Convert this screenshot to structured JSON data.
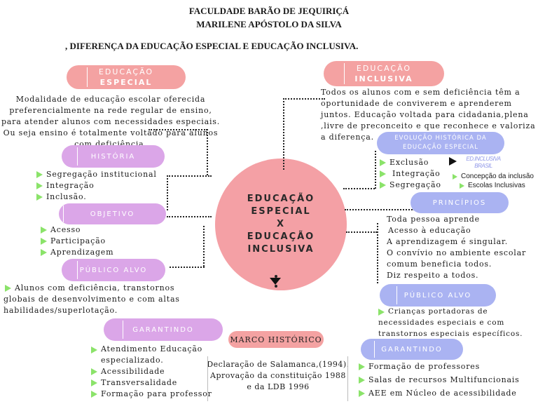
{
  "header": {
    "institution": "FACULDADE BARÃO DE JEQUIRIÇÁ",
    "author": "MARILENE APÓSTOLO DA SILVA",
    "title": ", DIFERENÇA DA EDUCAÇÃO ESPECIAL E EDUCAÇÃO INCLUSIVA."
  },
  "center": {
    "line1": "EDUCAÇÃO",
    "line2": "ESPECIAL",
    "line3": "X",
    "line4": "EDUCAÇÃO",
    "line5": "INCLUSIVA"
  },
  "left": {
    "especial": {
      "title_l1": "EDUCAÇÃO",
      "title_l2": "ESPECIAL",
      "text": "Modalidade de educação escolar oferecida preferencialmente na rede regular de ensino, para atender alunos com necessidades especiais. Ou seja ensino é totalmente voltado para alunos com deficiência."
    },
    "historia": {
      "title": "HISTÓRIA",
      "items": [
        "Segregação institucional",
        "Integração",
        "Inclusão."
      ]
    },
    "objetivo": {
      "title": "OBJETIVO",
      "items": [
        "Acesso",
        "Participação",
        "Aprendizagem"
      ]
    },
    "publico": {
      "title": "PÚBLICO ALVO",
      "text": "Alunos com deficiência, transtornos globais de desenvolvimento e com altas habilidades/superlotação."
    },
    "garantindo": {
      "title": "GARANTINDO",
      "items": [
        "Atendimento Educação especializado.",
        "Acessibilidade",
        "Transversalidade",
        "Formação para professor"
      ]
    }
  },
  "bottom": {
    "marco": {
      "title": "MARCO HISTÓRICO",
      "text": "Declaração de Salamanca,(1994). Aprovação da constituição 1988 e da LDB 1996"
    }
  },
  "right": {
    "inclusiva": {
      "title_l1": "EDUCAÇÃO",
      "title_l2": "INCLUSIVA",
      "text": "Todos os alunos com e sem deficiência têm a oportunidade de conviverem e aprenderem juntos. Educação voltada para cidadania,plena ,livre de preconceito e que reconhece e valoriza a diferença."
    },
    "evolucao": {
      "title_l1": "EVOLUÇÃO HISTÓRICA DA",
      "title_l2": "EDUCAÇÃO ESPECIAL",
      "items": [
        "Exclusão",
        "Integração",
        "Segregação"
      ],
      "logo_l1": "ED.INCLUSIVA",
      "logo_l2": "BRASIL",
      "notes": [
        "Concepção da inclusão",
        "Escolas Inclusivas"
      ]
    },
    "principios": {
      "title": "PRINCÍPIOS",
      "items": [
        "Toda pessoa aprende",
        "Acesso à educação",
        "A aprendizagem é singular.",
        "O convívio no ambiente escolar comum beneficia todos.",
        "Diz respeito a todos."
      ]
    },
    "publico": {
      "title": "PÚBLICO ALVO",
      "text": "Crianças portadoras de necessidades especiais e com transtornos especiais específicos."
    },
    "garantindo": {
      "title": "GARANTINDO",
      "items": [
        "Formação de professores",
        "Salas de recursos Multifuncionais",
        "AEE em Núcleo de acessibilidade"
      ]
    }
  },
  "colors": {
    "pink": "#f4a2a2",
    "lavender": "#dba6e8",
    "blue": "#aab3f2",
    "center": "#f4a0a5",
    "bullet": "#8be36a"
  }
}
